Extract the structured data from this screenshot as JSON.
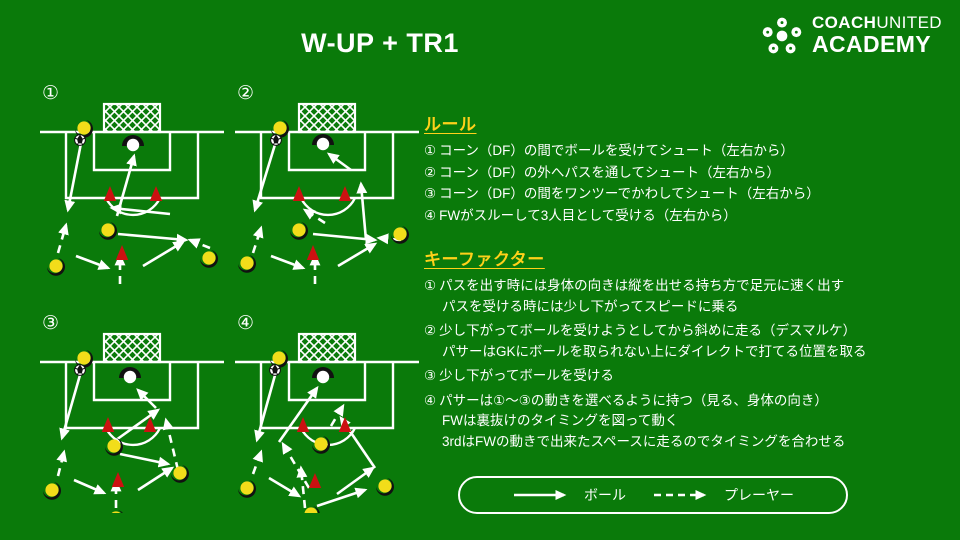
{
  "header": {
    "title": "W-UP + TR1",
    "logo": {
      "line1_bold": "COACH",
      "line1_light": "UNITED",
      "line2": "ACADEMY"
    }
  },
  "colors": {
    "background": "#0a7a0a",
    "field_line": "#ffffff",
    "player_marker": "#f2dd1a",
    "cone": "#cc1111",
    "heading": "#ffd11a",
    "text": "#ffffff"
  },
  "panels": [
    {
      "number": "①"
    },
    {
      "number": "②"
    },
    {
      "number": "③"
    },
    {
      "number": "④"
    }
  ],
  "rules": {
    "heading": "ルール",
    "items": [
      {
        "num": "①",
        "text": "コーン（DF）の間でボールを受けてシュート（左右から）"
      },
      {
        "num": "②",
        "text": "コーン（DF）の外へパスを通してシュート（左右から）"
      },
      {
        "num": "③",
        "text": "コーン（DF）の間をワンツーでかわしてシュート（左右から）"
      },
      {
        "num": "④",
        "text": "FWがスルーして3人目として受ける（左右から）"
      }
    ]
  },
  "key_factors": {
    "heading": "キーファクター",
    "items": [
      {
        "num": "①",
        "text": "パスを出す時には身体の向きは縦を出せる持ち方で足元に速く出す",
        "sub": [
          "パスを受ける時には少し下がってスピードに乗る"
        ]
      },
      {
        "num": "②",
        "text": "少し下がってボールを受けようとしてから斜めに走る（デスマルケ）",
        "sub": [
          "パサーはGKにボールを取られない上にダイレクトで打てる位置を取る"
        ]
      },
      {
        "num": "③",
        "text": "少し下がってボールを受ける",
        "sub": []
      },
      {
        "num": "④",
        "text": "パサーは①～③の動きを選べるように持つ（見る、身体の向き）",
        "sub": [
          "FWは裏抜けのタイミングを図って動く",
          "3rdはFWの動きで出来たスペースに走るのでタイミングを合わせる"
        ]
      }
    ]
  },
  "legend": {
    "ball_label": "ボール",
    "player_label": "プレーヤー",
    "ball_icon": "solid-arrow-icon",
    "player_icon": "dashed-arrow-icon"
  }
}
